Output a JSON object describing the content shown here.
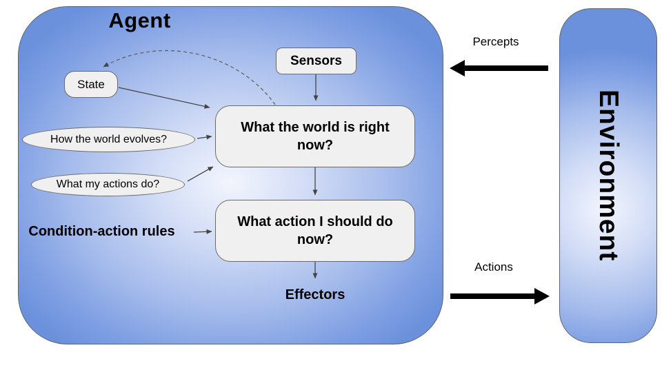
{
  "diagram": {
    "agent": {
      "title": "Agent",
      "nodes": {
        "sensors": "Sensors",
        "state": "State",
        "how_world_evolves": "How the world evolves?",
        "what_actions_do": "What my actions do?",
        "world_now": "What the world is right now?",
        "action_now": "What action I should do now?"
      },
      "labels": {
        "condition_rules": "Condition-action rules",
        "effectors": "Effectors"
      }
    },
    "environment": {
      "title": "Environment"
    },
    "flows": {
      "percepts": "Percepts",
      "actions": "Actions"
    },
    "colors": {
      "container_edge_blue": "#6b91dc",
      "container_center": "#f2f5fd",
      "node_fill": "#f0f0f0",
      "node_border": "#6a6a6a",
      "thin_arrow": "#444444",
      "thick_arrow": "#000000",
      "text": "#000000"
    }
  }
}
